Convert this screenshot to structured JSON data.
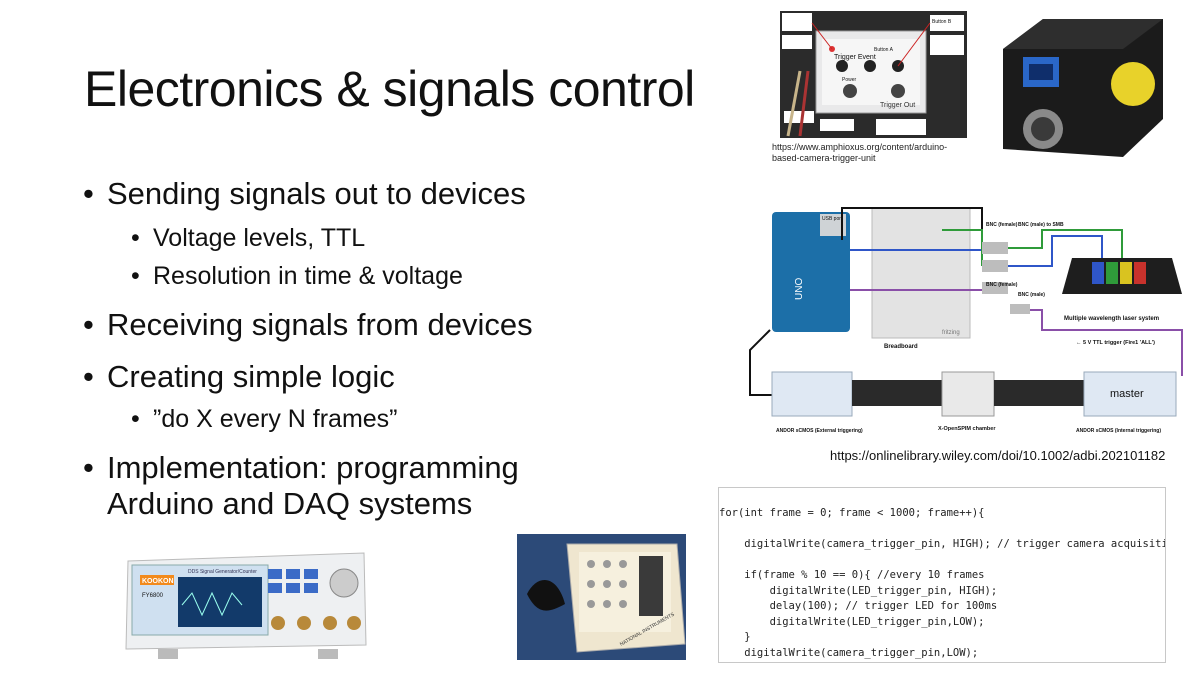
{
  "slide": {
    "title": "Electronics & signals control",
    "bullets": [
      {
        "text": "Sending signals out to devices",
        "subs": [
          "Voltage levels, TTL",
          "Resolution in time & voltage"
        ]
      },
      {
        "text": "Receiving signals from devices",
        "subs": []
      },
      {
        "text": "Creating simple logic",
        "subs": [
          "”do X every N frames”"
        ]
      },
      {
        "text": "Implementation: programming Arduino and DAQ systems",
        "subs": []
      }
    ]
  },
  "images": {
    "trigger_unit_url": "https://www.amphioxus.org/content/arduino-based-camera-trigger-unit",
    "trigger_unit_labels": [
      "Trigger Event",
      "Button A",
      "Button B",
      "Power",
      "Trigger Out"
    ],
    "diagram_url": "https://onlinelibrary.wiley.com/doi/10.1002/adbi.202101182",
    "diagram_labels": {
      "usb": "USB port",
      "bnc_female_1": "BNC (female)",
      "bnc_male_smb": "BNC (male) to SMB",
      "bnc_female_2": "BNC (female)",
      "bnc_male": "BNC (male)",
      "laser": "Multiple wavelength laser system",
      "breadboard": "Breadboard",
      "fritzing": "fritzing",
      "ttl": "← 5 V TTL trigger (Fire1 'ALL')",
      "cam_left": "ANDOR sCMOS (External triggering)",
      "chamber": "X-OpenSPIM chamber",
      "cam_right": "ANDOR sCMOS (Internal triggering)",
      "master": "master",
      "uno": "UNO"
    },
    "fg_labels": {
      "brand": "KOOKON",
      "model": "FY6800",
      "title": "DDS Signal Generator/Counter"
    },
    "daq_label": "NATIONAL INSTRUMENTS"
  },
  "code": {
    "lines": [
      "for(int frame = 0; frame < 1000; frame++){",
      "",
      "    digitalWrite(camera_trigger_pin, HIGH); // trigger camera acquisition",
      "",
      "    if(frame % 10 == 0){ //every 10 frames",
      "        digitalWrite(LED_trigger_pin, HIGH);",
      "        delay(100); // trigger LED for 100ms",
      "        digitalWrite(LED_trigger_pin,LOW);",
      "    }",
      "    digitalWrite(camera_trigger_pin,LOW);",
      "}"
    ]
  },
  "colors": {
    "laser_blue": "#2f56c8",
    "laser_green": "#2f9b3a",
    "laser_yellow": "#d9c320",
    "laser_red": "#c8322c",
    "wire_purple": "#8a4fa8",
    "arduino_blue": "#1c6fa8"
  }
}
